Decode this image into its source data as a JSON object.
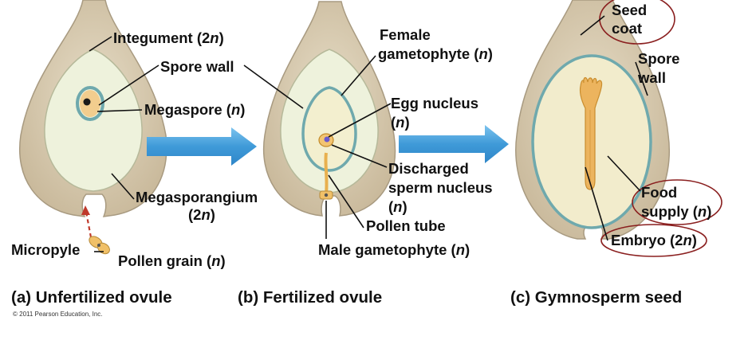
{
  "panels": {
    "a": {
      "caption": "(a) Unfertilized ovule",
      "labels": {
        "integument": [
          "Integument (2",
          "n",
          ")"
        ],
        "spore_wall": [
          "Spore wall"
        ],
        "megaspore": [
          "Megaspore (",
          "n",
          ")"
        ],
        "megasporangium_line1": [
          "Megasporangium"
        ],
        "megasporangium_line2": [
          "(2",
          "n",
          ")"
        ],
        "micropyle": [
          "Micropyle"
        ],
        "pollen_grain": [
          "Pollen grain (",
          "n",
          ")"
        ]
      }
    },
    "b": {
      "caption": "(b) Fertilized ovule",
      "labels": {
        "female_line1": [
          "Female"
        ],
        "female_line2": [
          "gametophyte (",
          "n",
          ")"
        ],
        "egg_line1": [
          "Egg nucleus"
        ],
        "egg_line2": [
          "(",
          "n",
          ")"
        ],
        "discharged_line1": [
          "Discharged"
        ],
        "discharged_line2": [
          "sperm nucleus"
        ],
        "discharged_line3": [
          "(",
          "n",
          ")"
        ],
        "pollen_tube": [
          "Pollen tube"
        ],
        "male_gametophyte": [
          "Male gametophyte (",
          "n",
          ")"
        ]
      }
    },
    "c": {
      "caption": "(c) Gymnosperm seed",
      "labels": {
        "seed_line1": [
          "Seed"
        ],
        "seed_line2": [
          "coat"
        ],
        "spore_line1": [
          "Spore"
        ],
        "spore_line2": [
          "wall"
        ],
        "food_line1": [
          "Food"
        ],
        "food_line2": [
          "supply (",
          "n",
          ")"
        ],
        "embryo": [
          "Embryo (2",
          "n",
          ")"
        ]
      }
    }
  },
  "copyright": "© 2011 Pearson Education, Inc.",
  "colors": {
    "integument": "#d8ccb4",
    "integument_edge": "#a89a80",
    "megasporangium": "#eef2dc",
    "gametophyte": "#f3efcf",
    "spore_wall": "#6fa9ad",
    "megaspore": "#f2cd8e",
    "nucleus": "#1a1a1a",
    "embryo": "#ecb45e",
    "arrow": "#4ea6de",
    "highlight_ring": "#8a1f1f",
    "pollen_dash": "#c0392b"
  }
}
